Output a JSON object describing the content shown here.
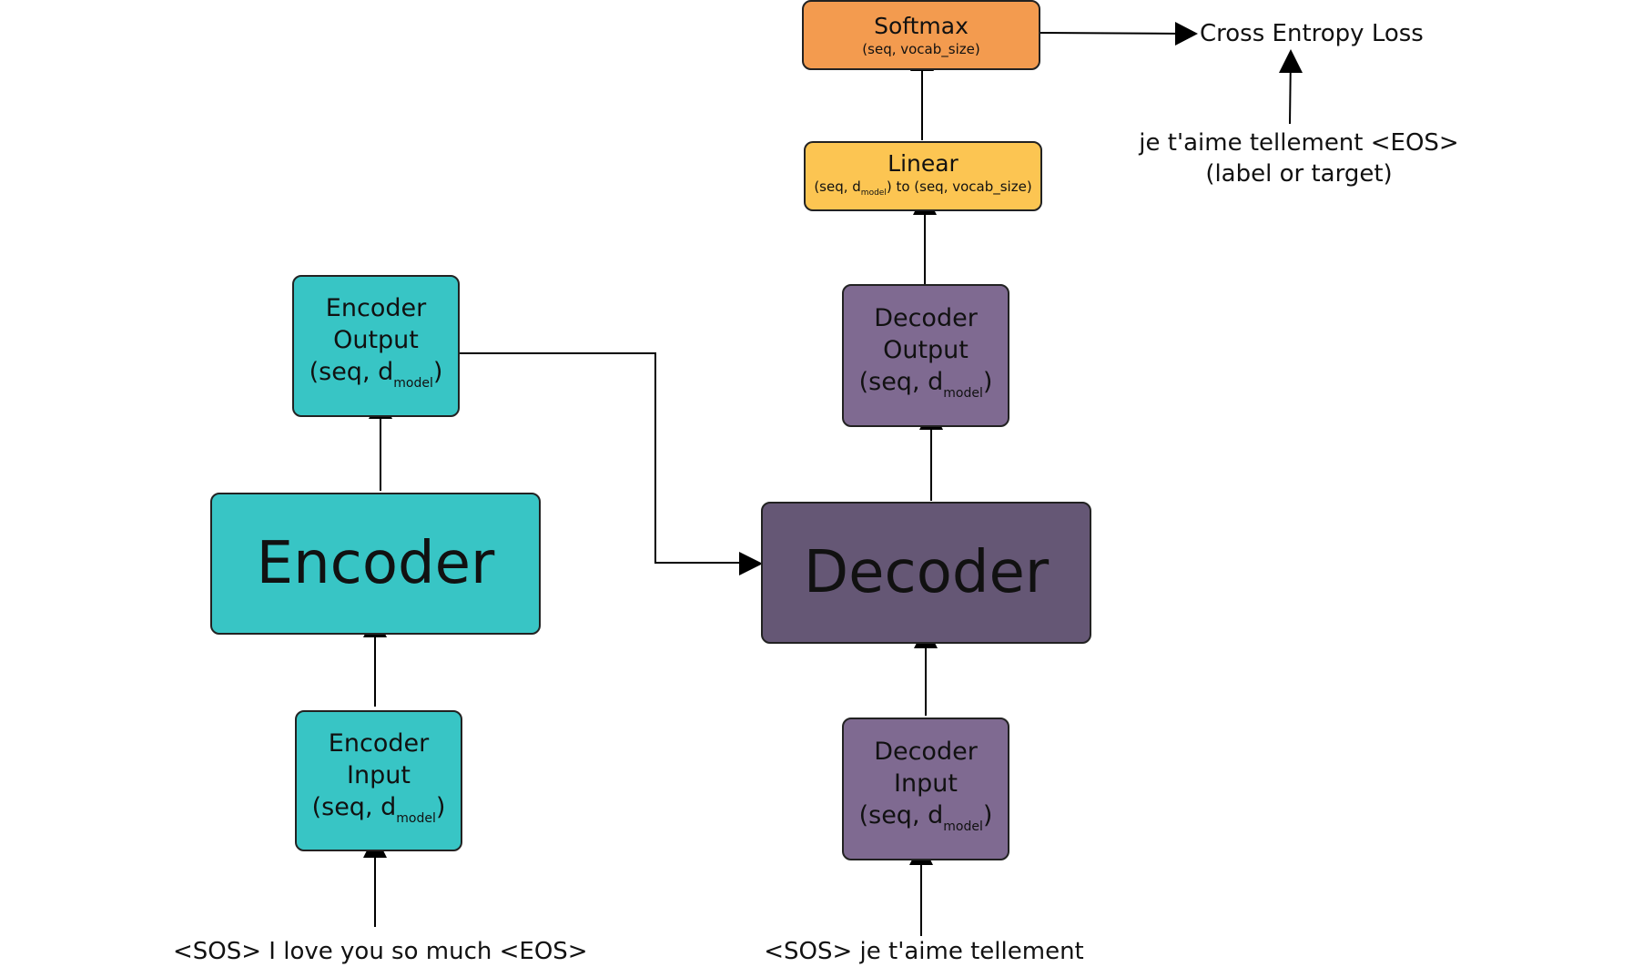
{
  "encoder_input": {
    "line1": "Encoder",
    "line2": "Input",
    "shape_prefix": "(seq, d",
    "shape_sub": "model",
    "shape_suffix": ")"
  },
  "encoder": {
    "label": "Encoder"
  },
  "encoder_output": {
    "line1": "Encoder",
    "line2": "Output",
    "shape_prefix": "(seq, d",
    "shape_sub": "model",
    "shape_suffix": ")"
  },
  "decoder_input": {
    "line1": "Decoder",
    "line2": "Input",
    "shape_prefix": "(seq, d",
    "shape_sub": "model",
    "shape_suffix": ")"
  },
  "decoder": {
    "label": "Decoder"
  },
  "decoder_output": {
    "line1": "Decoder",
    "line2": "Output",
    "shape_prefix": "(seq, d",
    "shape_sub": "model",
    "shape_suffix": ")"
  },
  "linear": {
    "title": "Linear",
    "shape_prefix": "(seq, d",
    "shape_sub": "model",
    "shape_suffix": ") to (seq, vocab_size)"
  },
  "softmax": {
    "title": "Softmax",
    "shape": "(seq, vocab_size)"
  },
  "loss": {
    "label": "Cross Entropy Loss"
  },
  "target": {
    "line1": "je t'aime tellement <EOS>",
    "line2": "(label or target)"
  },
  "source_sentence": "<SOS> I love you so much <EOS>",
  "decoder_sentence": "<SOS> je t'aime tellement",
  "colors": {
    "teal": "#38c5c5",
    "purple": "#7f6a91",
    "dark_purple": "#655775",
    "orange": "#f39b4f",
    "yellow": "#fcc552"
  }
}
